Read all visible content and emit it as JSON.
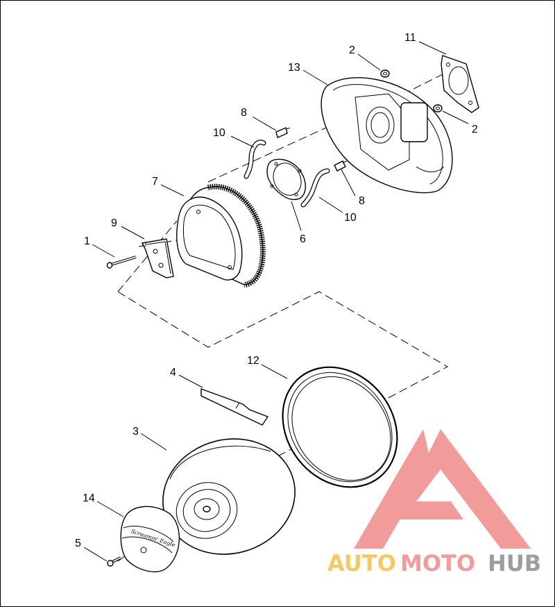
{
  "diagram": {
    "callouts": [
      {
        "id": "c1",
        "text": "1"
      },
      {
        "id": "c2a",
        "text": "2"
      },
      {
        "id": "c2b",
        "text": "2"
      },
      {
        "id": "c3",
        "text": "3"
      },
      {
        "id": "c4",
        "text": "4"
      },
      {
        "id": "c5",
        "text": "5"
      },
      {
        "id": "c6",
        "text": "6"
      },
      {
        "id": "c7",
        "text": "7"
      },
      {
        "id": "c8a",
        "text": "8"
      },
      {
        "id": "c8b",
        "text": "8"
      },
      {
        "id": "c9",
        "text": "9"
      },
      {
        "id": "c10a",
        "text": "10"
      },
      {
        "id": "c10b",
        "text": "10"
      },
      {
        "id": "c11",
        "text": "11"
      },
      {
        "id": "c12",
        "text": "12"
      },
      {
        "id": "c13",
        "text": "13"
      },
      {
        "id": "c14",
        "text": "14"
      }
    ],
    "cover_script": "Screamin' Eagle"
  },
  "watermark": {
    "part1": "AUTO",
    "part2": "MOTO",
    "part3": "HUB",
    "colors": {
      "triangle": "#f08a8a",
      "auto": "#f1c04a",
      "moto": "#f08a8a",
      "hub": "#8c8c8c"
    }
  }
}
